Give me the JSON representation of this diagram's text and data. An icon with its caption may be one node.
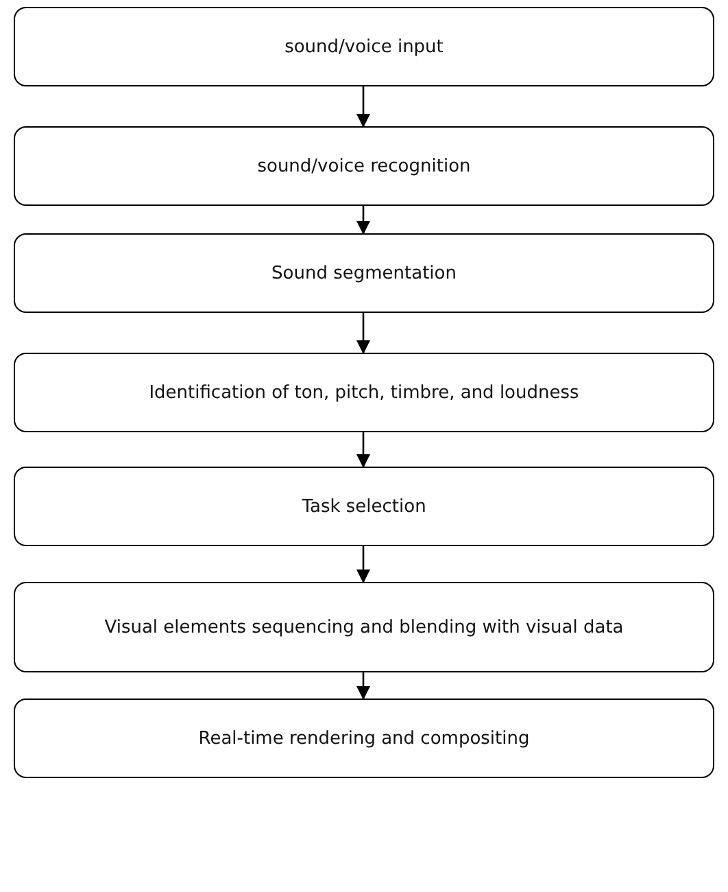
{
  "diagram": {
    "nodes": [
      {
        "text": [
          "sound/voice input"
        ]
      },
      {
        "text": [
          "sound/voice recognition"
        ]
      },
      {
        "text": [
          "Sound segmentation"
        ]
      },
      {
        "text": [
          "Identification of ton, pitch, timbre, and loudness"
        ]
      },
      {
        "text": [
          "Task selection"
        ]
      },
      {
        "text": [
          "Visual elements sequencing and blending with visual data"
        ]
      },
      {
        "text": [
          "Real-time rendering and compositing"
        ]
      }
    ],
    "edges": [
      {
        "from": 0,
        "to": 1,
        "arrow": "to"
      },
      {
        "from": 1,
        "to": 2,
        "arrow": "to"
      },
      {
        "from": 2,
        "to": 3,
        "arrow": "to"
      },
      {
        "from": 3,
        "to": 4,
        "arrow": "to"
      },
      {
        "from": 4,
        "to": 5,
        "arrow": "to"
      },
      {
        "from": 5,
        "to": 6,
        "arrow": "to"
      }
    ]
  }
}
